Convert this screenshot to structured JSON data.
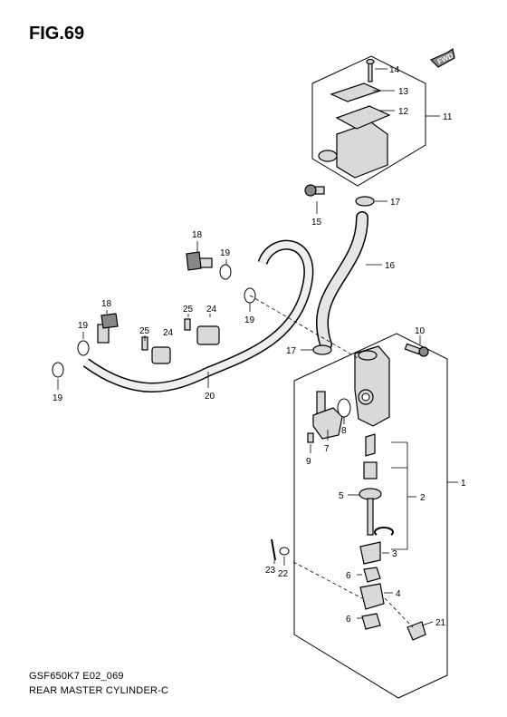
{
  "figure": {
    "title": "FIG.69",
    "model_code": "GSF650K7 E02_069",
    "caption": "REAR MASTER CYLINDER-C"
  },
  "fwd_badge": "FWD",
  "callouts": {
    "c1": "1",
    "c2": "2",
    "c3": "3",
    "c4": "4",
    "c5": "5",
    "c6a": "6",
    "c6b": "6",
    "c7": "7",
    "c8": "8",
    "c9": "9",
    "c10": "10",
    "c11": "11",
    "c12": "12",
    "c13": "13",
    "c14": "14",
    "c15": "15",
    "c16": "16",
    "c17a": "17",
    "c17b": "17",
    "c18a": "18",
    "c18b": "18",
    "c19a": "19",
    "c19b": "19",
    "c19c": "19",
    "c19d": "19",
    "c20": "20",
    "c21": "21",
    "c22": "22",
    "c23": "23",
    "c24a": "24",
    "c24b": "24",
    "c25a": "25",
    "c25b": "25"
  }
}
